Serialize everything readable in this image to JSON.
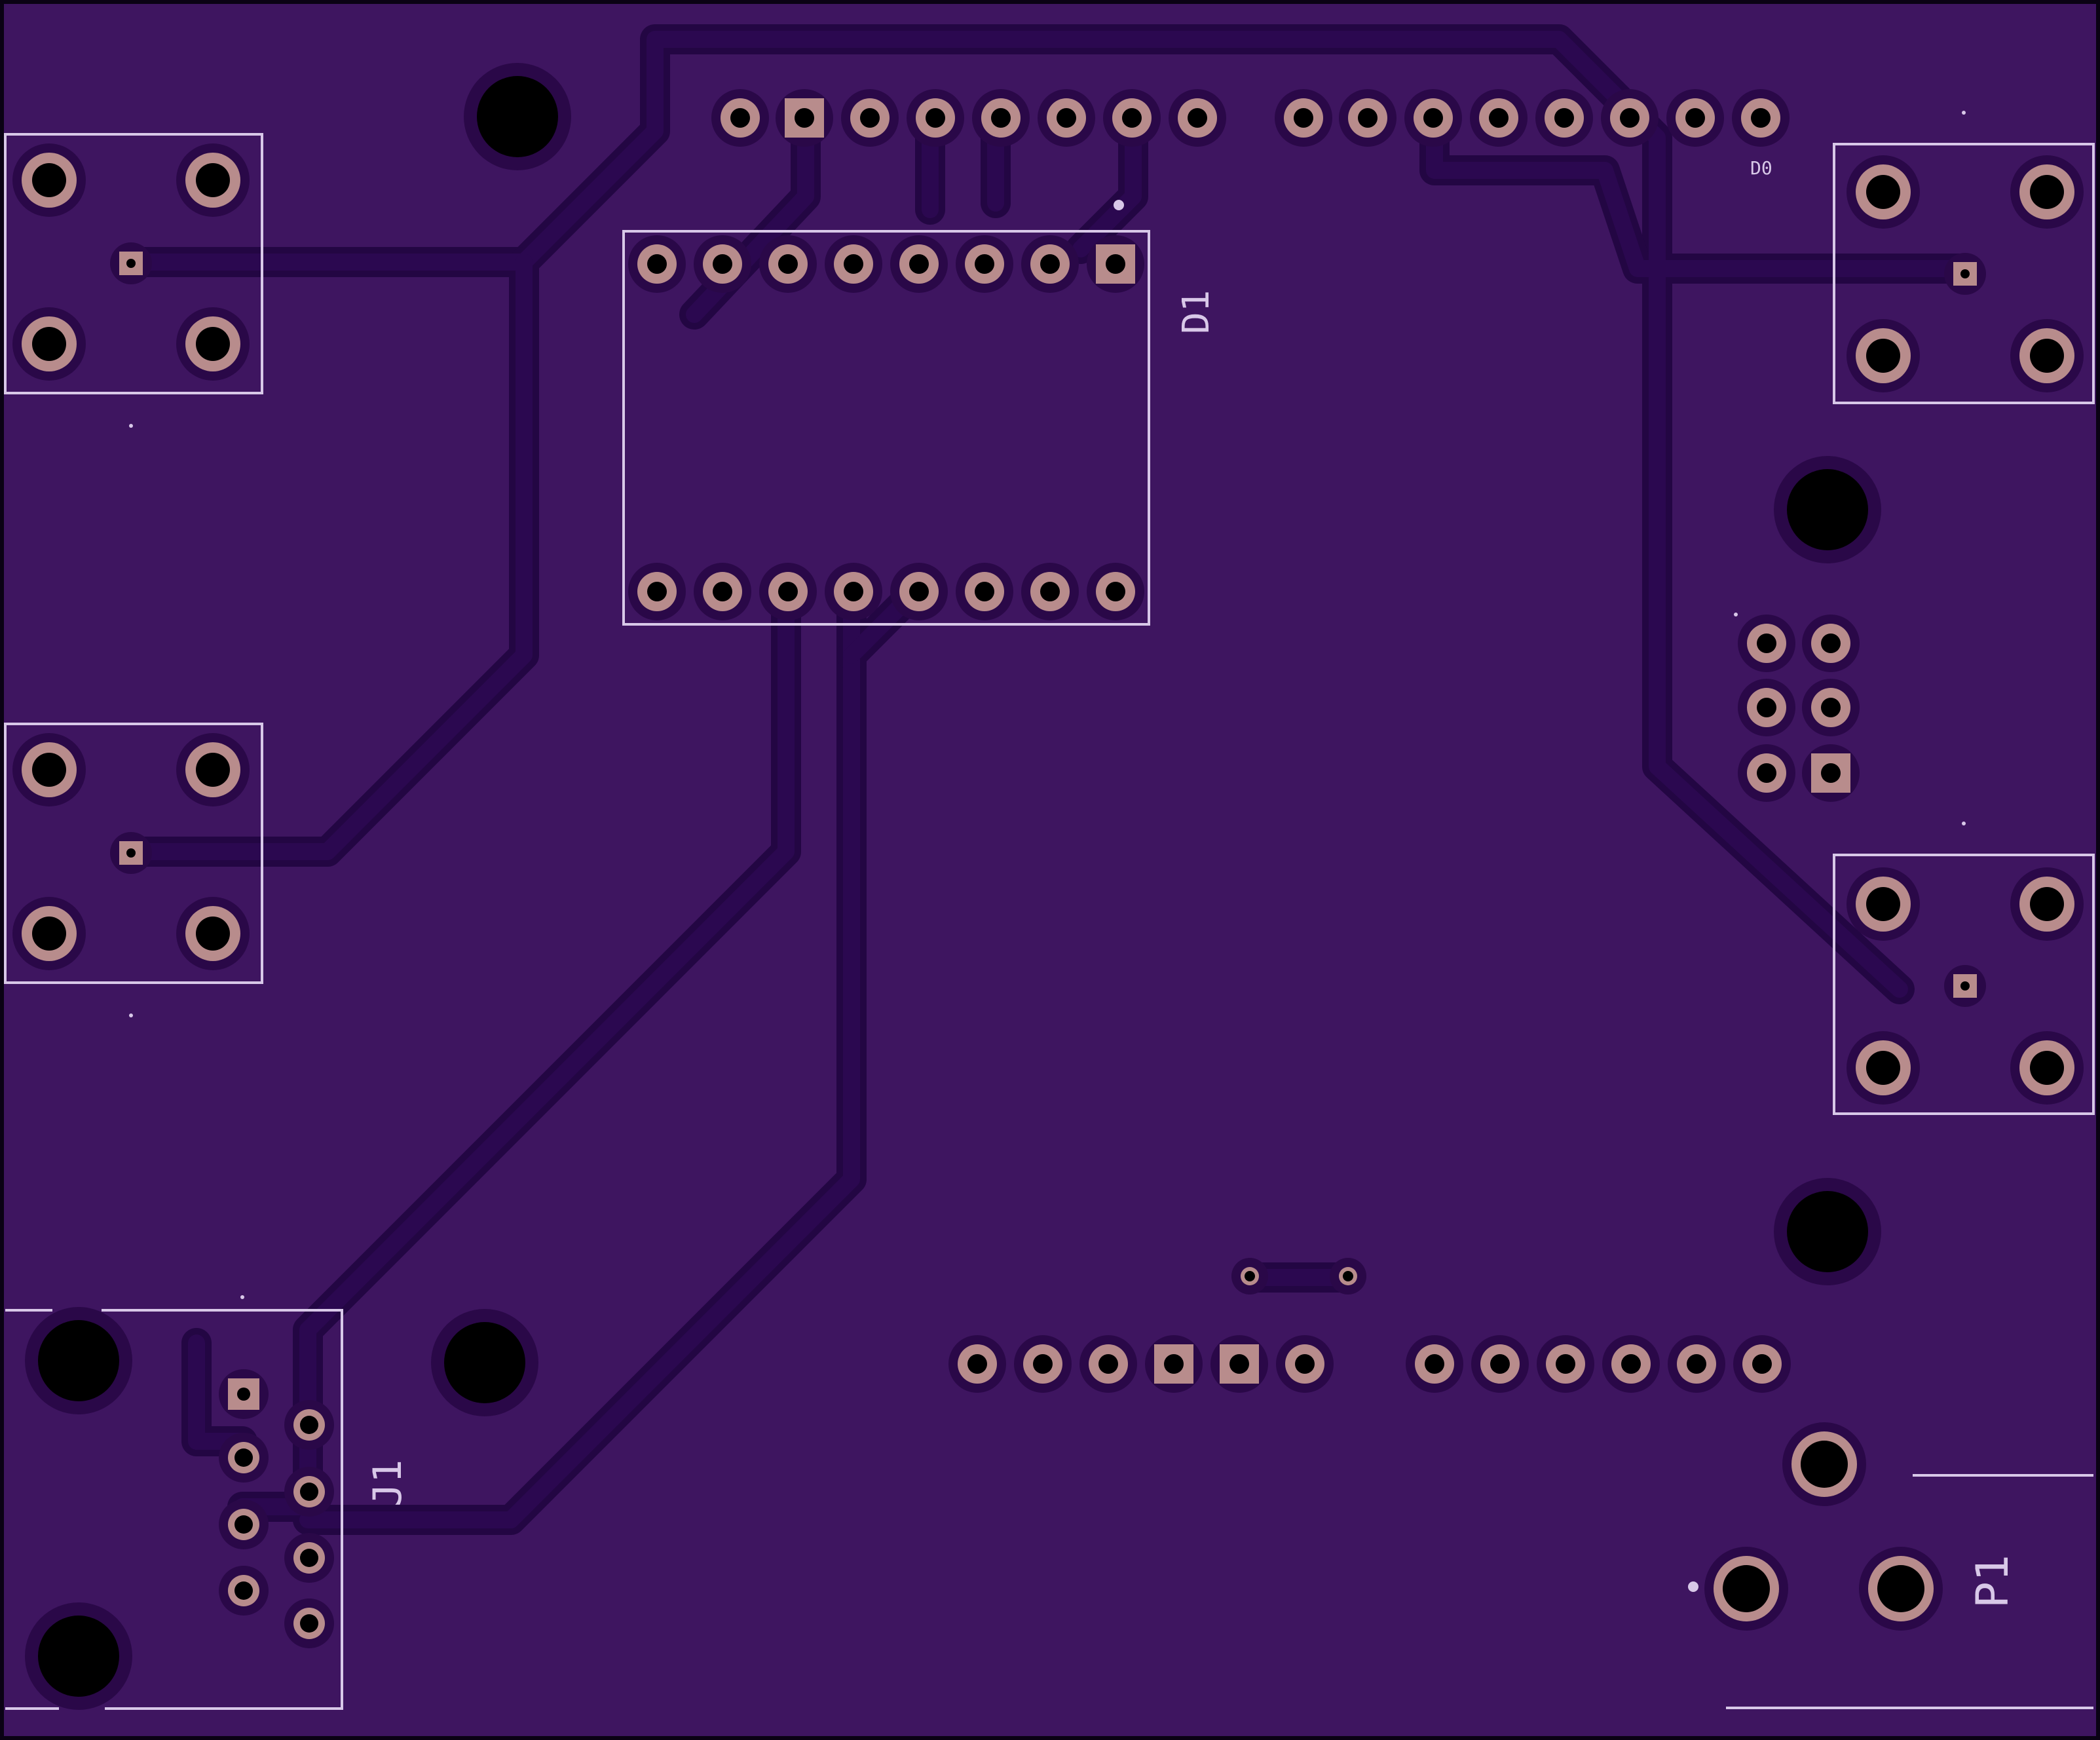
{
  "board": {
    "colors": {
      "outline": "#0a0214",
      "substrate": "#3e1560",
      "trace": "#2b0850",
      "trace_edge": "#1f0440",
      "pad": "#b88c8c",
      "hole": "#000000",
      "silkscreen": "#d8c8e8"
    }
  },
  "labels": {
    "d1": "D1",
    "d0": "D0",
    "j1": "J1",
    "p1": "P1"
  }
}
